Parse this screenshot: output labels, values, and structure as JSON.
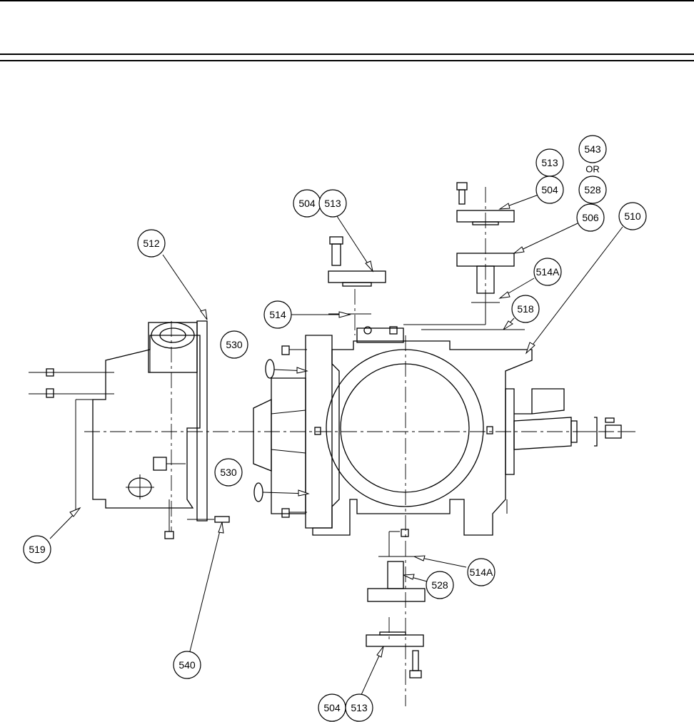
{
  "callouts": {
    "c512": "512",
    "c504a": "504",
    "c513a": "513",
    "c513b": "513",
    "c543": "543",
    "c504b": "504",
    "c528a": "528",
    "or_text": "OR",
    "c506": "506",
    "c510": "510",
    "c514A_top": "514A",
    "c514": "514",
    "c518": "518",
    "c530_top": "530",
    "c530_bottom": "530",
    "c519": "519",
    "c540": "540",
    "c514A_bottom": "514A",
    "c528b": "528",
    "c504c": "504",
    "c513c": "513"
  }
}
